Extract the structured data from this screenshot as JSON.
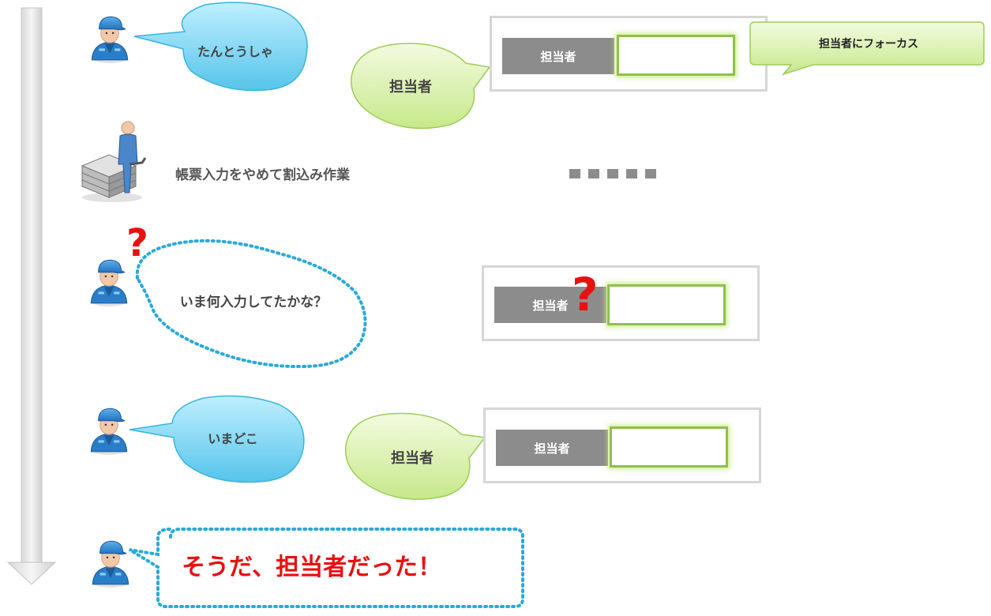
{
  "step1": {
    "speech": "たんとうしゃ",
    "response": "担当者",
    "field_label": "担当者",
    "tooltip": "担当者にフォーカス"
  },
  "step2": {
    "caption": "帳票入力をやめて割込み作業",
    "ellipsis_count": 5
  },
  "step3": {
    "thought": "いま何入力してたかな？",
    "question_mark": "?",
    "field_label": "担当者"
  },
  "step4": {
    "speech": "いまどこ",
    "response": "担当者",
    "field_label": "担当者"
  },
  "step5": {
    "speech": "そうだ、担当者だった！"
  },
  "colors": {
    "speech_blue": "#8fdaf2",
    "response_green": "#d8efa6",
    "field_label_gray": "#8c8c8c",
    "focus_green": "#8fbf4f",
    "dotted_blue": "#2aa9d9",
    "question_red": "#e81010",
    "user_blue": "#2a7ec9"
  },
  "icons": {
    "user": "user-icon",
    "worker": "worker-server-icon",
    "timeline": "timeline-arrow-icon"
  }
}
